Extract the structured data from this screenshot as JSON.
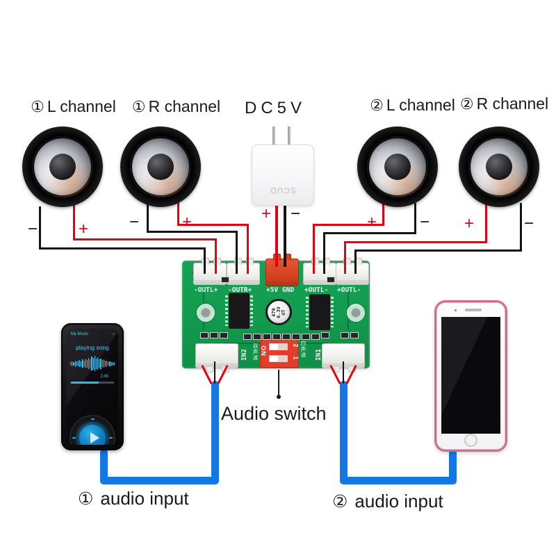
{
  "labels": {
    "ch1L": {
      "num": "①",
      "text": "L channel"
    },
    "ch1R": {
      "num": "①",
      "text": "R channel"
    },
    "dc5v": "DC5V",
    "ch2L": {
      "num": "②",
      "text": "L channel"
    },
    "ch2R": {
      "num": "②",
      "text": "R channel"
    },
    "audio_switch": "Audio switch",
    "input1": {
      "num": "①",
      "text": "audio input"
    },
    "input2": {
      "num": "②",
      "text": "audio input"
    }
  },
  "polarity": {
    "plus": "+",
    "minus": "−"
  },
  "adapter": {
    "brand": "SCUD"
  },
  "board": {
    "connectors_top": [
      "-OUTL+",
      "-OUTR+",
      "+5V GND",
      "+OUTL-",
      "+OUTL-"
    ],
    "connectors_bottom": [
      "IN2",
      "IN1"
    ],
    "dip": {
      "on": "ON",
      "pin1": "1",
      "pin2": "2",
      "left_text": "双声道",
      "right_text": "四声道"
    },
    "capacitor": {
      "line1": "470",
      "line2": "6.3V",
      "line3": "UT"
    }
  },
  "player": {
    "menu": "My Music",
    "corner_icon": "♪",
    "title": "playing song",
    "time": "2:45"
  },
  "colors": {
    "wire_red": "#e60012",
    "wire_black": "#141414",
    "wire_blue": "#1577e6",
    "pcb_green": "#129a4e",
    "connector_red": "#d64420",
    "phone_pink": "#cf6d8d"
  }
}
